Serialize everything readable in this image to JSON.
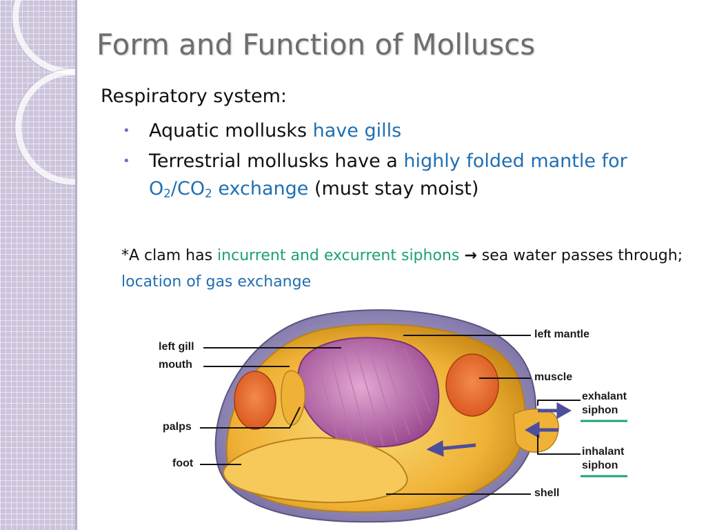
{
  "title": "Form and Function of Molluscs",
  "heading": "Respiratory system:",
  "bullets": [
    {
      "prefix": "Aquatic mollusks ",
      "highlight": "have gills"
    },
    {
      "prefix": "Terrestrial mollusks have a ",
      "highlight_a": "highly folded mantle for ",
      "o2_base": "O",
      "o2_sub": "2",
      "slash": "/CO",
      "co2_sub": "2",
      "highlight_b": " exchange",
      "suffix": " (must stay moist)"
    }
  ],
  "note": {
    "prefix": "*A clam has ",
    "green": "incurrent and excurrent siphons",
    "arrow": "→",
    "middle": " sea water passes through; ",
    "blue": "location of gas exchange"
  },
  "diagram": {
    "labels": {
      "left_gill": "left gill",
      "mouth": "mouth",
      "palps": "palps",
      "foot": "foot",
      "left_mantle": "left mantle",
      "muscle": "muscle",
      "exhalant_siphon_1": "exhalant",
      "exhalant_siphon_2": "siphon",
      "inhalant_siphon_1": "inhalant",
      "inhalant_siphon_2": "siphon",
      "shell": "shell"
    },
    "underline_color": "#1aa36b"
  },
  "colors": {
    "title": "#6d6d6d",
    "highlight_blue": "#1f6fb2",
    "highlight_green": "#1aa36b",
    "bullet": "#6b6fc6",
    "side_band": "#cdc4dc"
  }
}
